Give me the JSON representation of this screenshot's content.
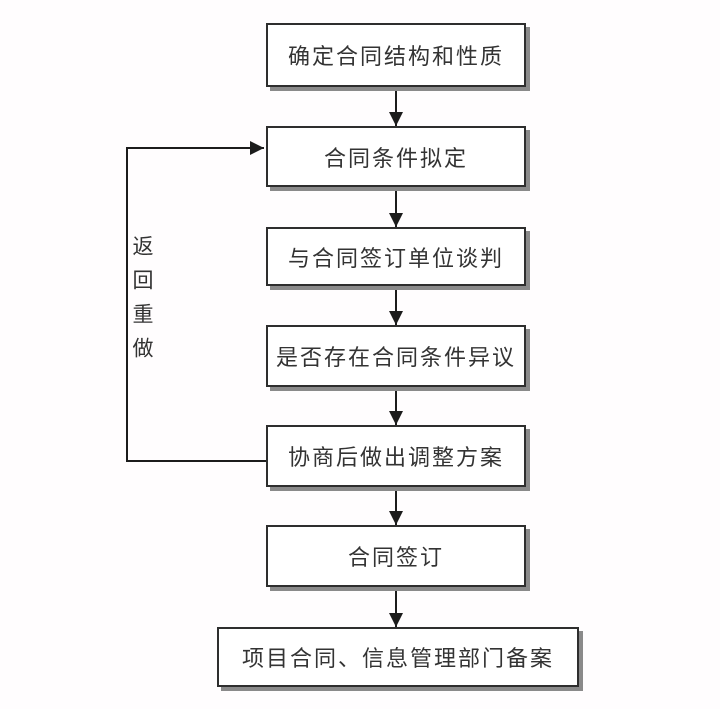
{
  "flowchart": {
    "nodes": [
      {
        "label": "确定合同结构和性质"
      },
      {
        "label": "合同条件拟定"
      },
      {
        "label": "与合同签订单位谈判"
      },
      {
        "label": "是否存在合同条件异议"
      },
      {
        "label": "协商后做出调整方案"
      },
      {
        "label": "合同签订"
      },
      {
        "label": "项目合同、信息管理部门备案"
      }
    ],
    "loop": {
      "label": "返回重做"
    },
    "colors": {
      "background": "#fffdfe",
      "line": "#1c1c1c",
      "box_border": "#2e2e2e",
      "box_shadow": "#8a8a8a",
      "text": "#333333"
    }
  }
}
